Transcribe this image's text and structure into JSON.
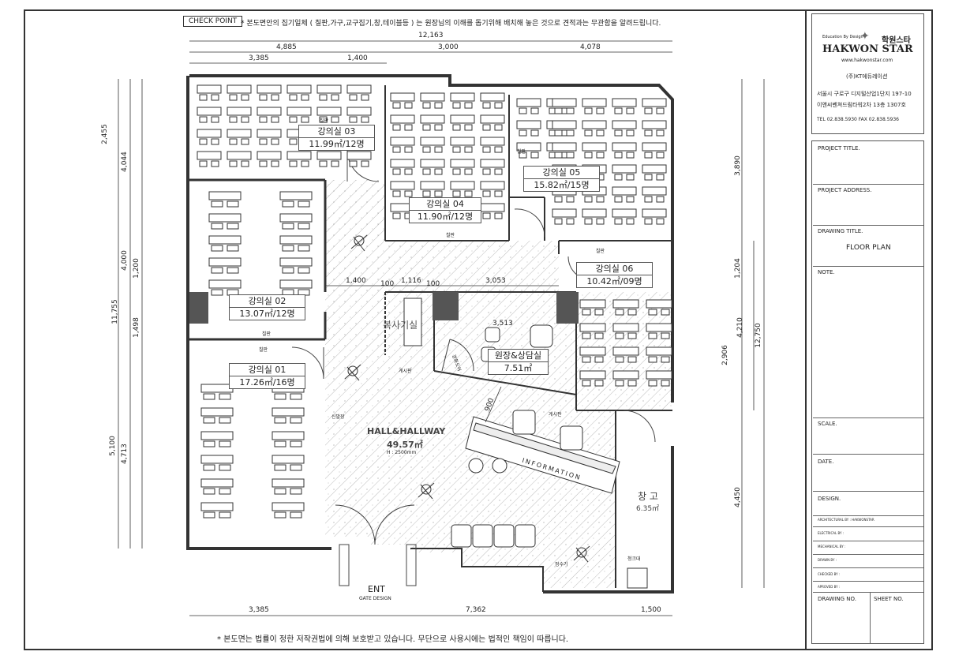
{
  "header": {
    "check_point": "CHECK POINT",
    "notice": "* 본도면안의 집기일체 ( 칠판,가구,교구집기,창,테이블등 ) 는 원장님의 이해를 돕기위해 배치해 놓은 것으로 견적과는 무관함을 알려드립니다."
  },
  "footer": {
    "copyright": "* 본도면는 법률이 정한 저작권법에 의해 보호받고 있습니다. 무단으로 사용시에는 법적인 책임이 따릅니다."
  },
  "dimensions": {
    "top_total": "12,163",
    "top": [
      "4,885",
      "3,000",
      "4,078"
    ],
    "top_sub": [
      "3,385",
      "1,400"
    ],
    "bottom": [
      "3,385",
      "7,362",
      "1,500"
    ],
    "left_total": "11,755",
    "left_a": [
      "4,044",
      "4,000",
      "4,713"
    ],
    "left_b": [
      "2,455",
      "1,200",
      "1,498",
      "5,100"
    ],
    "right_a": [
      "3,890",
      "1,204",
      "2,906",
      "4,450"
    ],
    "right_b": [
      "4,210",
      "12,750"
    ],
    "inner": [
      "1,400",
      "100",
      "1,116",
      "100",
      "3,053",
      "3,513",
      "900"
    ]
  },
  "rooms": [
    {
      "name": "강의실 03",
      "info": "11.99㎡/12명"
    },
    {
      "name": "강의실 04",
      "info": "11.90㎡/12명"
    },
    {
      "name": "강의실 05",
      "info": "15.82㎡/15명"
    },
    {
      "name": "강의실 06",
      "info": "10.42㎡/09명"
    },
    {
      "name": "강의실 02",
      "info": "13.07㎡/12명"
    },
    {
      "name": "강의실 01",
      "info": "17.26㎡/16명"
    },
    {
      "name": "원장&상담실",
      "info": "7.51㎡"
    }
  ],
  "copy_room": "복사기실",
  "hall": {
    "name": "HALL&HALLWAY",
    "area": "49.57㎡",
    "height": "H : 2500mm"
  },
  "storage": {
    "name": "창 고",
    "area": "6.35㎡"
  },
  "information": "INFORMATION",
  "entrance": {
    "name": "ENT",
    "sub": "GATE DESIGN"
  },
  "small_labels": [
    "칠판",
    "칠판",
    "칠판",
    "칠판",
    "칠판",
    "칠판",
    "신발장",
    "강화도어",
    "게시판",
    "게시판",
    "정수기",
    "청크대"
  ],
  "company": {
    "tagline": "Education By Design",
    "brand_kr": "학원스타",
    "brand": "HAKWON STAR",
    "url": "www.hakwonstar.com",
    "corp": "(주)KT에듀레이션",
    "address1": "서울시 구로구 디지털산업1단지 197-10",
    "address2": "이앤씨벤쳐드림타워2차 13층 1307호",
    "contact": "TEL 02.838.5930   FAX 02.838.5936"
  },
  "titleblock": {
    "project_title": "PROJECT TITLE.",
    "project_address": "PROJECT ADDRESS.",
    "drawing_title": "DRAWING TITLE.",
    "drawing_title_value": "FLOOR PLAN",
    "note": "NOTE.",
    "scale": "SCALE.",
    "date": "DATE.",
    "design": "DESIGN.",
    "architectural": "ARCHITECTURAL BY : HAKWONSTAR",
    "electrical": "ELECTRICAL BY :",
    "mechanical": "MECHANICAL BY :",
    "drawn": "DRAWN BY :",
    "checked": "CHECKED BY :",
    "approved": "APROVED BY :",
    "drawing_no": "DRAWING NO.",
    "sheet_no": "SHEET NO."
  }
}
